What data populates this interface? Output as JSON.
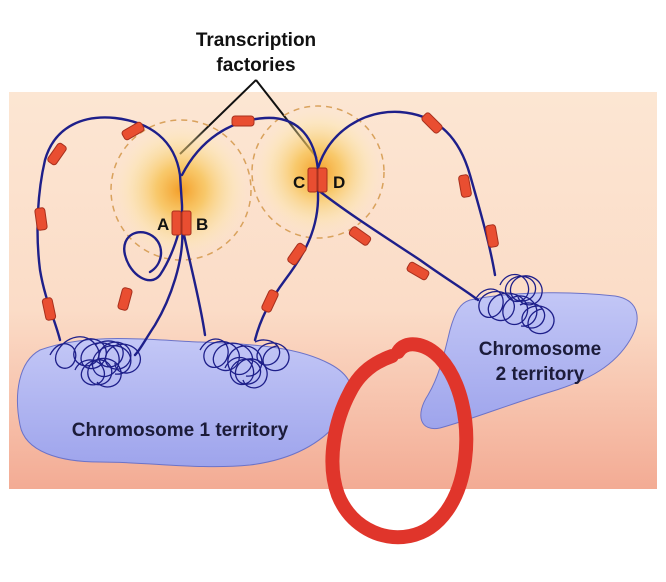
{
  "diagram": {
    "title_line1": "Transcription",
    "title_line2": "factories",
    "territory1_label": "Chromosome 1 territory",
    "territory2_line1": "Chromosome",
    "territory2_line2": "2 territory",
    "gene_a": "A",
    "gene_b": "B",
    "gene_c": "C",
    "gene_d": "D"
  },
  "colors": {
    "background_top": "#fbe3cf",
    "background_bottom": "#f3ab94",
    "territory_fill": "#a9aff0",
    "dna_strand": "#1e1f8a",
    "gene_segment": "#e94e31",
    "factory_glow": "#f7b23b",
    "annotation_circle": "#e0352b"
  }
}
